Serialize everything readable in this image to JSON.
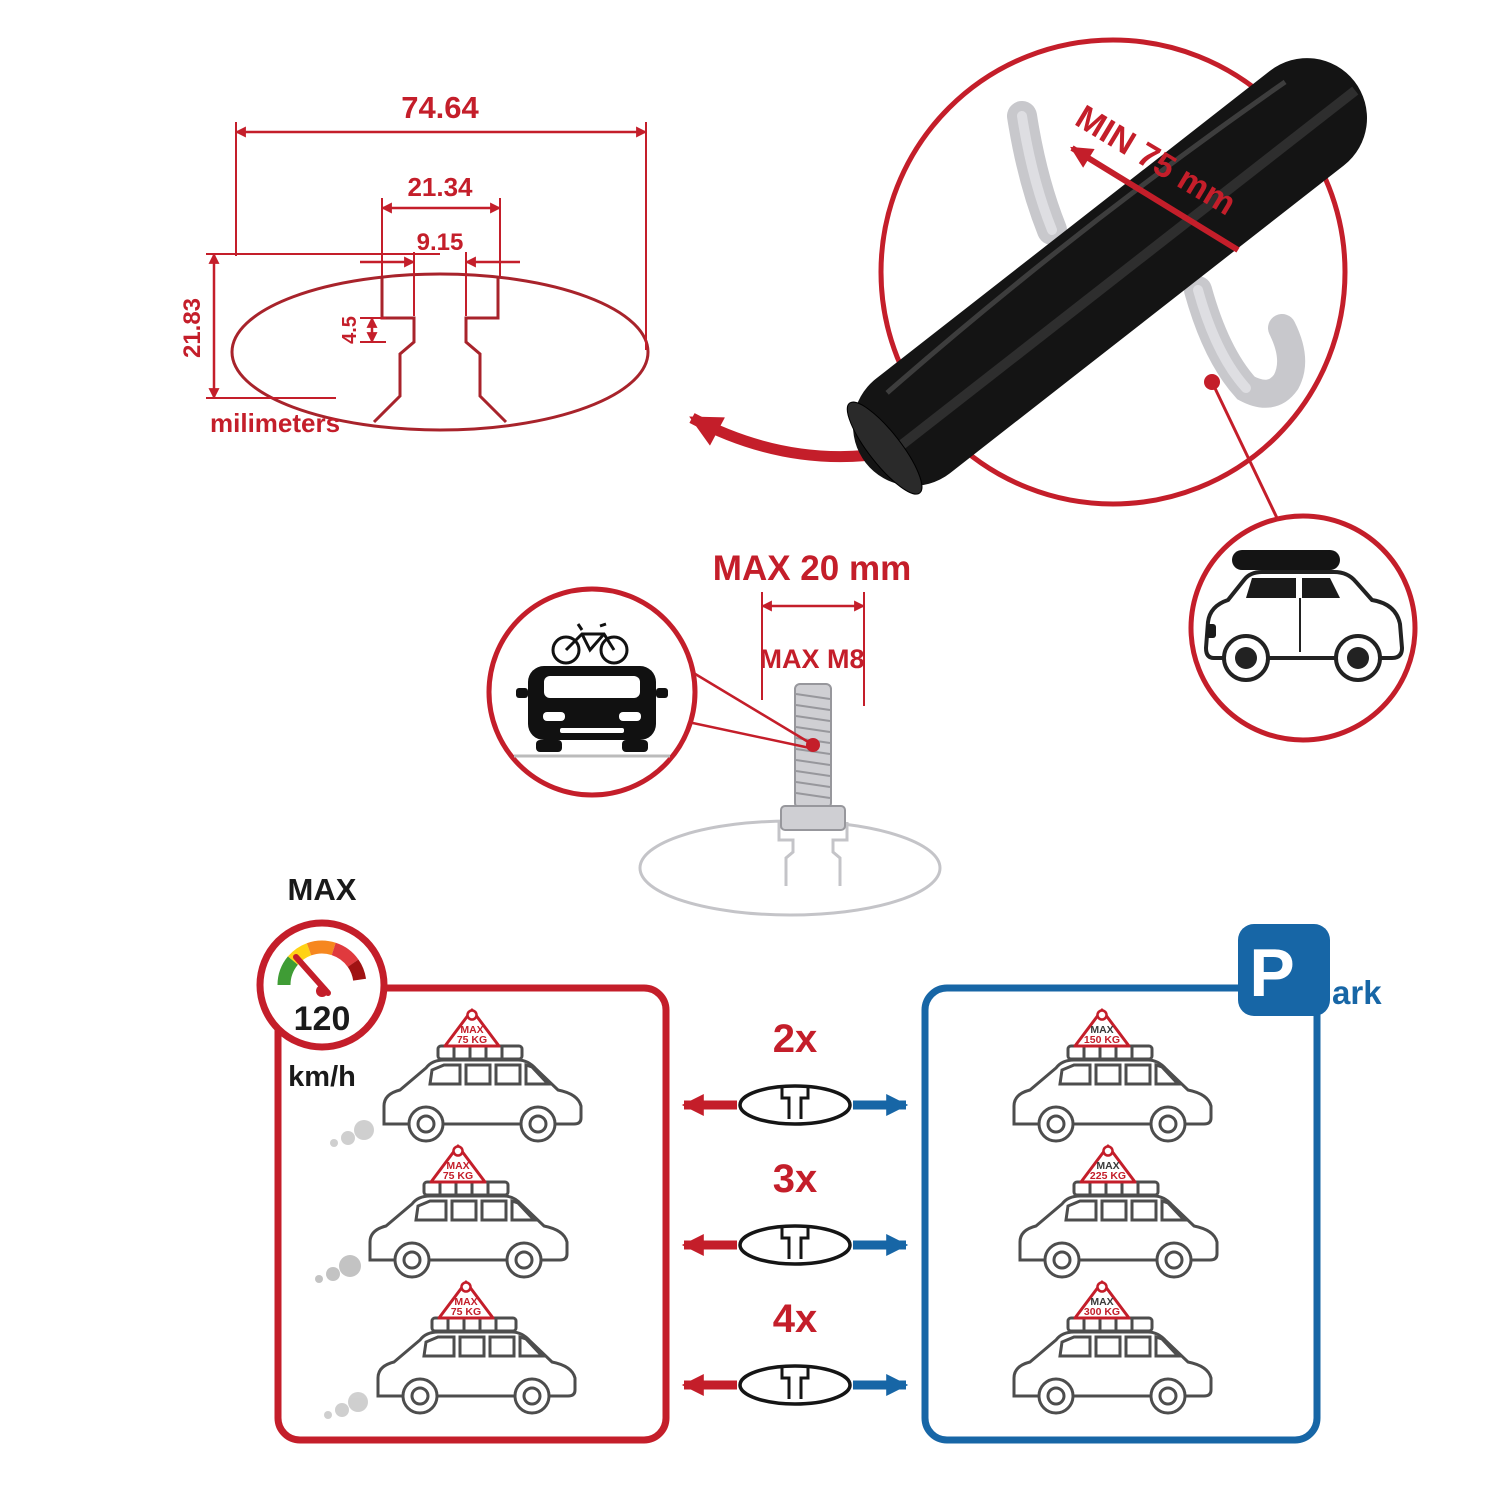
{
  "colors": {
    "accent_red": "#c41e2a",
    "accent_blue": "#1766a6",
    "bar_black": "#141414",
    "drawing_gray": "#c4c4c8"
  },
  "cross_section": {
    "total_width": "74.64",
    "channel_width": "21.34",
    "slot_width": "9.15",
    "lip_height": "4.5",
    "total_height": "21.83",
    "units": "milimeters"
  },
  "bar_detail": {
    "min_label": "MIN 75 mm"
  },
  "bolt_detail": {
    "width_label": "MAX 20 mm",
    "thread_label": "MAX M8"
  },
  "speed": {
    "title": "MAX",
    "value": "120",
    "unit": "km/h"
  },
  "driving_cars": [
    {
      "tag_line1": "MAX",
      "tag_line2": "75 KG"
    },
    {
      "tag_line1": "MAX",
      "tag_line2": "75 KG"
    },
    {
      "tag_line1": "MAX",
      "tag_line2": "75 KG"
    }
  ],
  "bar_options": [
    {
      "count": "2x"
    },
    {
      "count": "3x"
    },
    {
      "count": "4x"
    }
  ],
  "parking": {
    "sign_p": "P",
    "sign_suffix": "ark",
    "cars": [
      {
        "tag_line1": "MAX",
        "tag_line2": "150 KG"
      },
      {
        "tag_line1": "MAX",
        "tag_line2": "225 KG"
      },
      {
        "tag_line1": "MAX",
        "tag_line2": "300 KG"
      }
    ]
  }
}
